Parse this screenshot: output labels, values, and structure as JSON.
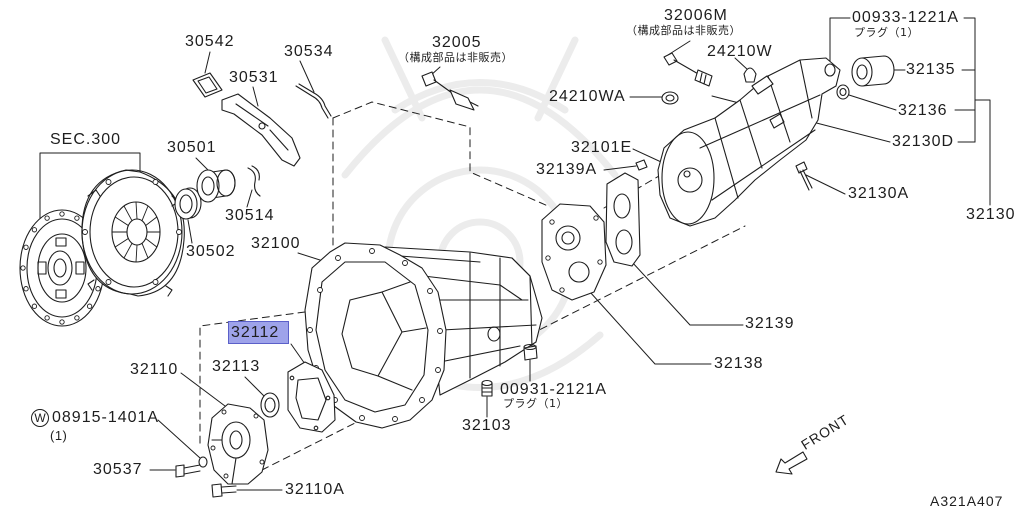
{
  "figure_code": "A321A407",
  "section_ref": "SEC.300",
  "front_label": "FRONT",
  "washer_symbol": "W",
  "colors": {
    "line": "#1e1e1e",
    "highlight_fill": "#9ea3ea",
    "highlight_border": "#5b60c9",
    "watermark": "#ececec",
    "background": "#ffffff"
  },
  "labels": {
    "p30542": {
      "text": "30542"
    },
    "p30534": {
      "text": "30534"
    },
    "p32005": {
      "text": "32005",
      "note": "（構成部品は非販売）"
    },
    "p32006M": {
      "text": "32006M",
      "note": "（構成部品は非販売）"
    },
    "p00933_1221A": {
      "text": "00933-1221A",
      "note": "プラグ（1）"
    },
    "p24210W": {
      "text": "24210W"
    },
    "p30531": {
      "text": "30531"
    },
    "p32135": {
      "text": "32135"
    },
    "p24210WA": {
      "text": "24210WA"
    },
    "p32136": {
      "text": "32136"
    },
    "p30501": {
      "text": "30501"
    },
    "p32101E": {
      "text": "32101E"
    },
    "p32130D": {
      "text": "32130D"
    },
    "p32139A": {
      "text": "32139A"
    },
    "p32130A": {
      "text": "32130A"
    },
    "p32130": {
      "text": "32130"
    },
    "p30514": {
      "text": "30514"
    },
    "p32100": {
      "text": "32100"
    },
    "p30502": {
      "text": "30502"
    },
    "p32112": {
      "text": "32112",
      "highlighted": true
    },
    "p32139": {
      "text": "32139"
    },
    "p32113": {
      "text": "32113"
    },
    "p32110": {
      "text": "32110"
    },
    "p32138": {
      "text": "32138"
    },
    "p00931_2121A": {
      "text": "00931-2121A",
      "note": "プラグ（1）"
    },
    "p08915_1401A": {
      "text": "08915-1401A",
      "note": "(1)"
    },
    "p32103": {
      "text": "32103"
    },
    "p30537": {
      "text": "30537"
    },
    "p32110A": {
      "text": "32110A"
    }
  }
}
